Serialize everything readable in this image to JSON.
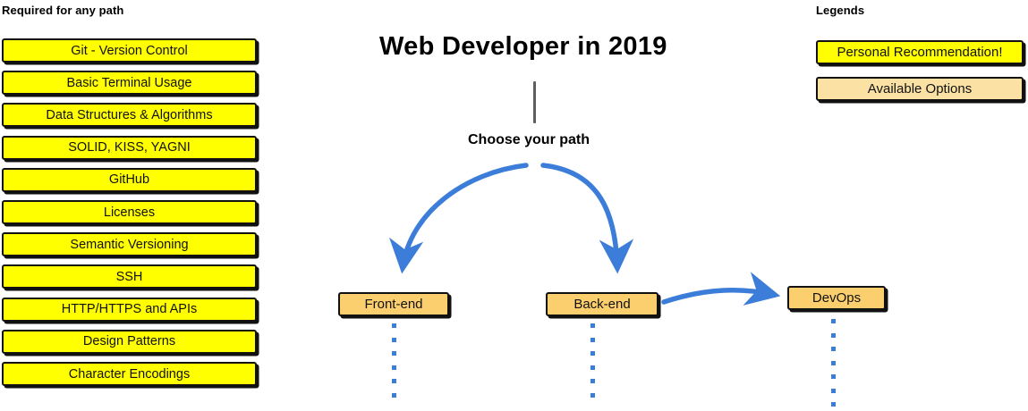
{
  "colors": {
    "recommendation_yellow": "#FFFF00",
    "option_tan": "#FBCF6E",
    "legend_option_tan": "#FBE2A4",
    "arrow_blue": "#3B7DD8",
    "stem_gray": "#5E5E5E",
    "outline_black": "#111111",
    "background": "#FFFFFF"
  },
  "required": {
    "heading": "Required for any path",
    "items": [
      {
        "label": "Git - Version Control"
      },
      {
        "label": "Basic Terminal Usage"
      },
      {
        "label": "Data Structures & Algorithms"
      },
      {
        "label": "SOLID, KISS, YAGNI"
      },
      {
        "label": "GitHub"
      },
      {
        "label": "Licenses"
      },
      {
        "label": "Semantic Versioning"
      },
      {
        "label": "SSH"
      },
      {
        "label": "HTTP/HTTPS and APIs"
      },
      {
        "label": "Design Patterns"
      },
      {
        "label": "Character Encodings"
      }
    ]
  },
  "center": {
    "title": "Web Developer in 2019",
    "choose_label": "Choose your path",
    "paths": [
      {
        "label": "Front-end"
      },
      {
        "label": "Back-end"
      },
      {
        "label": "DevOps"
      }
    ]
  },
  "legend": {
    "heading": "Legends",
    "items": [
      {
        "label": "Personal Recommendation!"
      },
      {
        "label": "Available Options"
      }
    ]
  }
}
